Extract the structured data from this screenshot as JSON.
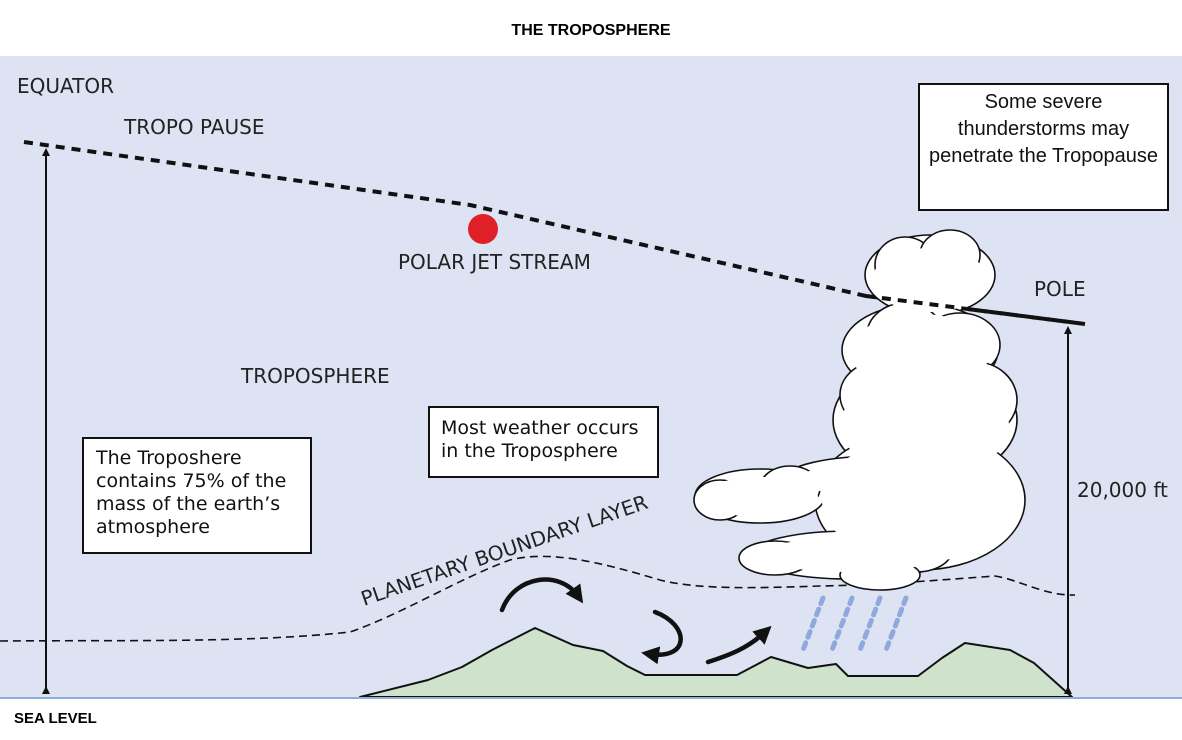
{
  "title": "THE TROPOSPHERE",
  "sea_level": "SEA LEVEL",
  "labels": {
    "equator": "EQUATOR",
    "tropopause": "TROPO PAUSE",
    "jet_stream": "POLAR JET STREAM",
    "pole": "POLE",
    "troposphere": "TROPOSPHERE",
    "altitude": "20,000 ft",
    "boundary_layer": "PLANETARY BOUNDARY LAYER"
  },
  "boxes": {
    "thunderstorms": "Some severe thunderstorms may penetrate the Tropopause",
    "mass": "The Troposhere contains 75% of the mass of the earth’s atmosphere",
    "weather": "Most weather occurs in the Troposphere"
  },
  "colors": {
    "sky": "#dde3f3",
    "ground": "#cfe3cc",
    "sea_line": "#8fb0d6",
    "jet": "#e02027",
    "rain": "#8fa8dd"
  }
}
